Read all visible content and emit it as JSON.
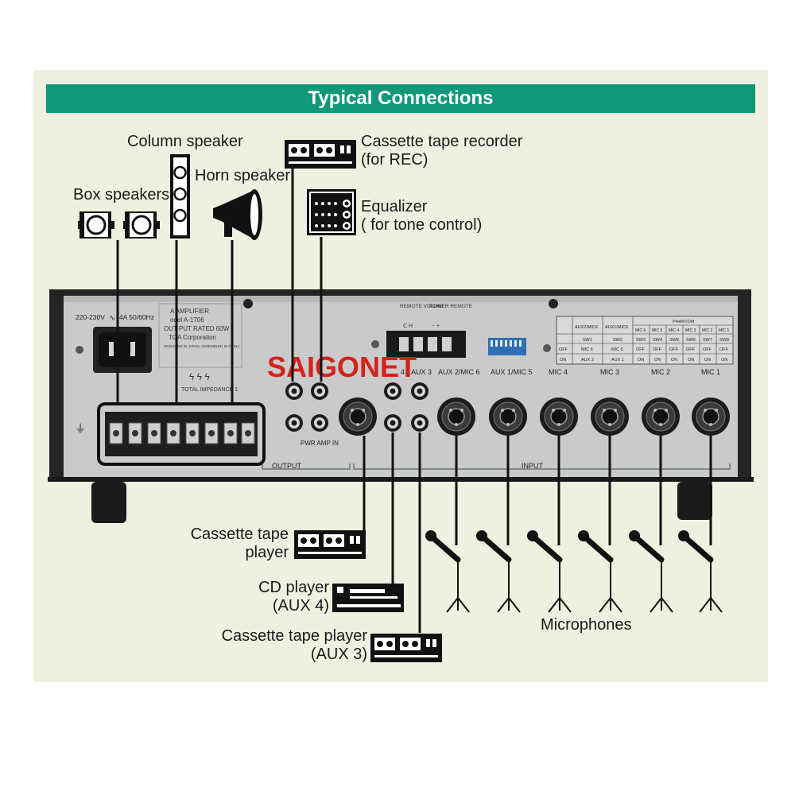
{
  "banner": {
    "title": "Typical Connections"
  },
  "labels": {
    "column_speaker": "Column speaker",
    "horn_speaker": "Horn speaker",
    "box_speakers": "Box speakers",
    "rec_line1": "Cassette tape recorder",
    "rec_line2": "(for REC)",
    "eq_line1": "Equalizer",
    "eq_line2": "( for tone control)",
    "cass_player_line1": "Cassette tape",
    "cass_player_line2": "player",
    "cd_line1": "CD player",
    "cd_line2": "(AUX 4)",
    "aux3_line1": "Cassette tape player",
    "aux3_line2": "(AUX 3)",
    "microphones": "Microphones"
  },
  "amplifier": {
    "power_spec": "220-230V",
    "fuse_spec": "4A 50/60Hz",
    "nameplate": [
      "A AMPLIFIER",
      "odel A-1706",
      "OUT PUT RATED 60W",
      "TOA Corporation",
      "DESIGNED IN JAPAN, ASSEMBLED IN CHINA"
    ],
    "impedance_label": "TOTAL IMPEDANCE 1",
    "remote_volume": "REMOTE VOLUME",
    "power_remote": "POWER REMOTE",
    "remote_ch": "C    H",
    "power_pm": "−    +",
    "pwr_amp_in": "PWR AMP IN",
    "watermark": "SAIGONET",
    "output_label": "OUTPUT",
    "input_label": "INPUT",
    "jack_labels": [
      "4",
      "AUX 3",
      "AUX 2/MIC 6",
      "AUX 1/MIC 5",
      "MIC 4",
      "MIC 3",
      "MIC 2",
      "MIC 1"
    ],
    "switch_table": {
      "col_headers": [
        "AUX2/MIC6",
        "AUX1/MIC5"
      ],
      "phantom": "PHANTOM",
      "phantom_cols": [
        "MIC 6",
        "MIC 5",
        "MIC 4",
        "MIC 3",
        "MIC 2",
        "MIC 1"
      ],
      "sw_row": [
        "SW1",
        "SW2",
        "SW3",
        "SW4",
        "SW5",
        "SW6",
        "SW7",
        "SW8"
      ],
      "off_row": [
        "OFF",
        "MIC 6",
        "MIC 5",
        "OFF",
        "OFF",
        "OFF",
        "OFF",
        "OFF",
        "OFF"
      ],
      "on_row": [
        "ON",
        "AUX 2",
        "AUX 1",
        "ON",
        "ON",
        "ON",
        "ON",
        "ON",
        "ON"
      ]
    }
  },
  "colors": {
    "banner": "#11987a",
    "panel": "#eef1df",
    "chassis": "#2b2b2b",
    "plate": "#c9cbcb"
  }
}
